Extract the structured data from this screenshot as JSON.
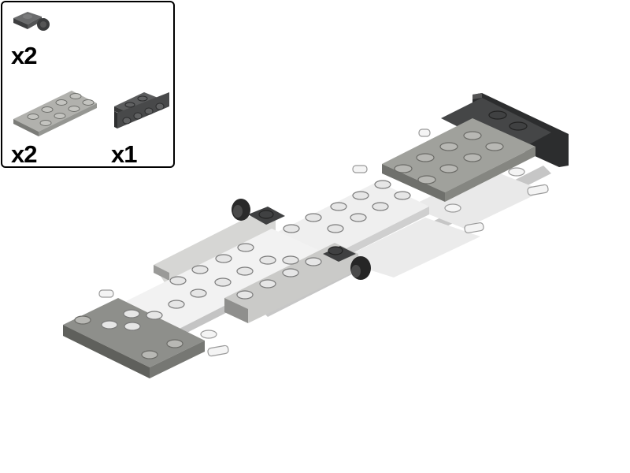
{
  "step": {
    "parts_list": {
      "items": [
        {
          "part": "plate-1x1-with-clip-light",
          "color": "Dark Bluish Gray",
          "color_hex": "#5a5b5c",
          "quantity": "x2"
        },
        {
          "part": "plate-2x4",
          "color": "Light Bluish Gray",
          "color_hex": "#a3a39e",
          "quantity": "x2"
        },
        {
          "part": "bracket-1x2-1x4",
          "color": "Dark Bluish Gray",
          "color_hex": "#4a4b4c",
          "quantity": "x1"
        }
      ]
    },
    "model": {
      "description": "Chassis assembly with wheels/clips, plates and pins",
      "colors": {
        "white": "#ededed",
        "light_gray": "#c8c8c4",
        "mid_gray": "#8f908c",
        "dark_gray": "#4e4f50",
        "transparent": "#d9d9d9"
      }
    }
  }
}
